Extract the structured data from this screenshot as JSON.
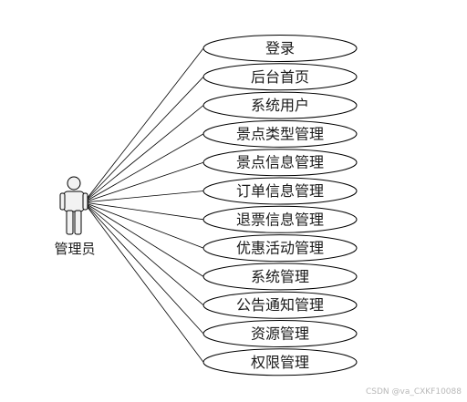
{
  "actor": {
    "label": "管理员"
  },
  "use_cases": [
    "登录",
    "后台首页",
    "系统用户",
    "景点类型管理",
    "景点信息管理",
    "订单信息管理",
    "退票信息管理",
    "优惠活动管理",
    "系统管理",
    "公告通知管理",
    "资源管理",
    "权限管理"
  ],
  "watermark": "CSDN @va_CXKF10088",
  "colors": {
    "stroke": "#000000",
    "background": "#ffffff",
    "actor_fill": "#f2f2f2",
    "watermark": "#b8b8b8"
  }
}
